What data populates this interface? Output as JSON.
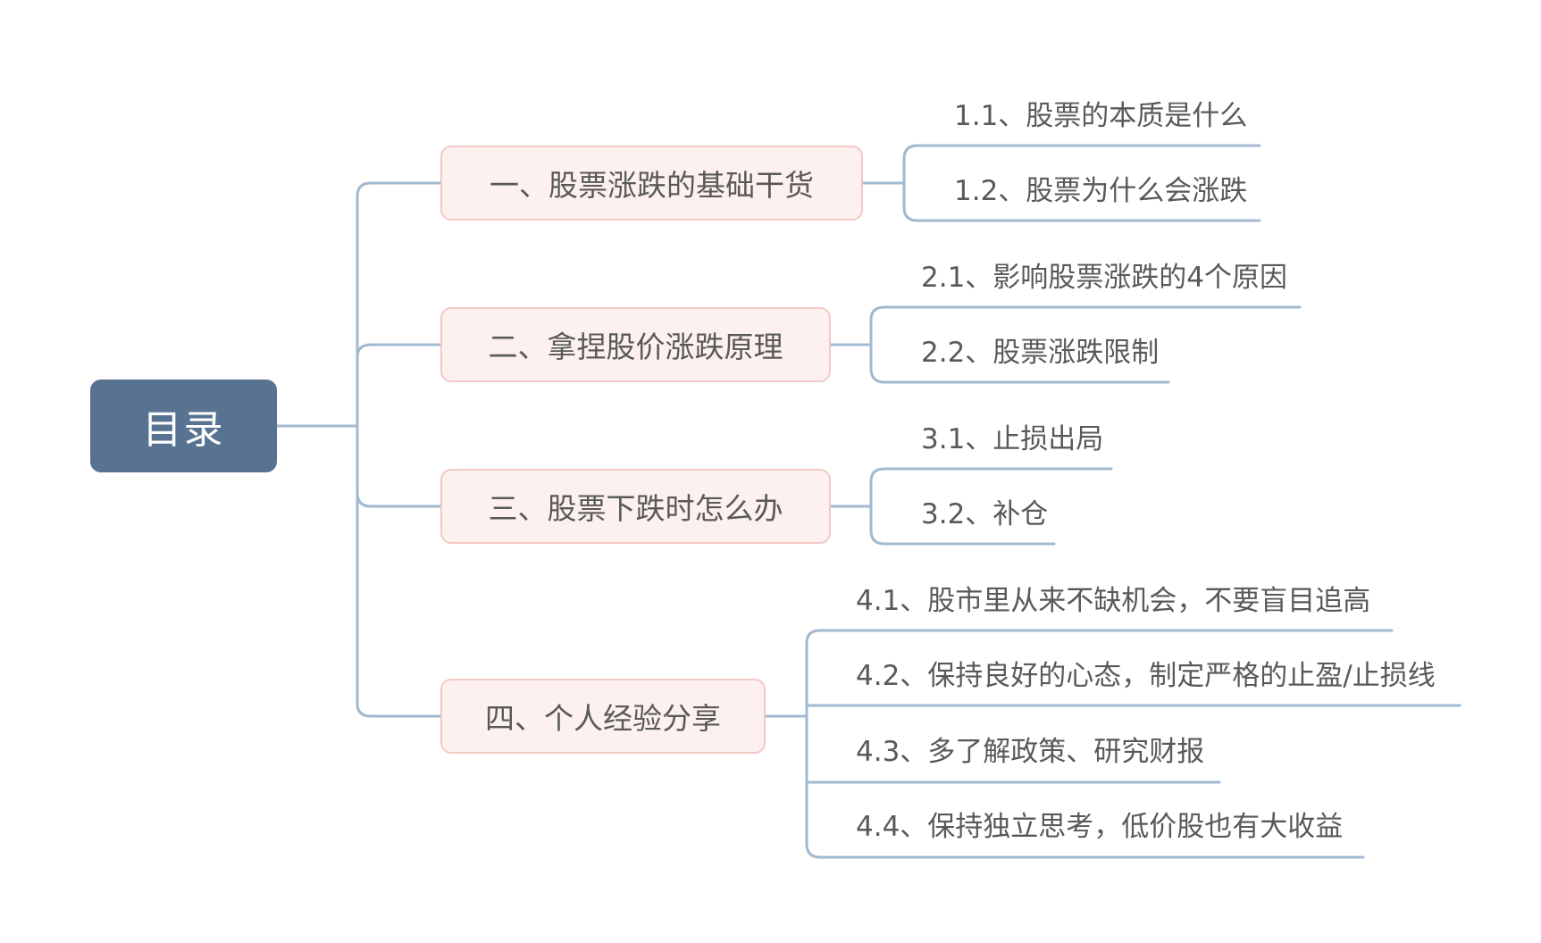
{
  "mindmap": {
    "root": {
      "label": "目录"
    },
    "branches": [
      {
        "label": "一、股票涨跌的基础干货",
        "children": [
          "1.1、股票的本质是什么",
          "1.2、股票为什么会涨跌"
        ]
      },
      {
        "label": "二、拿捏股价涨跌原理",
        "children": [
          "2.1、影响股票涨跌的4个原因",
          "2.2、股票涨跌限制"
        ]
      },
      {
        "label": "三、股票下跌时怎么办",
        "children": [
          "3.1、止损出局",
          "3.2、补仓"
        ]
      },
      {
        "label": "四、个人经验分享",
        "children": [
          "4.1、股市里从来不缺机会，不要盲目追高",
          "4.2、保持良好的心态，制定严格的止盈/止损线",
          "4.3、多了解政策、研究财报",
          "4.4、保持独立思考，低价股也有大收益"
        ]
      }
    ],
    "colors": {
      "root_fill": "#587392",
      "root_text": "#ffffff",
      "branch_fill": "#fdf1f0",
      "branch_border": "#f3c9c6",
      "connector": "#a2b9cf",
      "text": "#595959"
    }
  }
}
